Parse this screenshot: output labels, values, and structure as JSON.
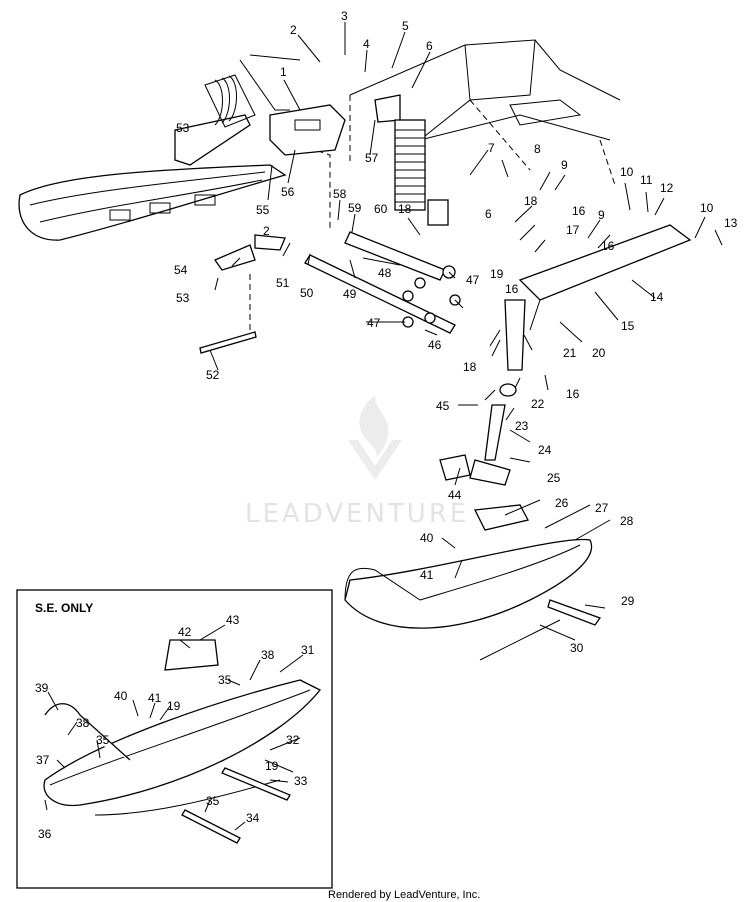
{
  "inset": {
    "title": "S.E. ONLY"
  },
  "watermark": "LEADVENTURE",
  "footer": "Rendered by LeadVenture, Inc.",
  "callouts": {
    "c1": "1",
    "c2a": "2",
    "c2b": "2",
    "c3": "3",
    "c4": "4",
    "c5": "5",
    "c6a": "6",
    "c6b": "6",
    "c7": "7",
    "c8": "8",
    "c9a": "9",
    "c9b": "9",
    "c10a": "10",
    "c10b": "10",
    "c11": "11",
    "c12": "12",
    "c13": "13",
    "c14": "14",
    "c15": "15",
    "c16a": "16",
    "c16b": "16",
    "c16c": "16",
    "c16d": "16",
    "c17": "17",
    "c18a": "18",
    "c18b": "18",
    "c18c": "18",
    "c19": "19",
    "c20": "20",
    "c21": "21",
    "c22": "22",
    "c23": "23",
    "c24": "24",
    "c25": "25",
    "c26": "26",
    "c27": "27",
    "c28": "28",
    "c29": "29",
    "c30": "30",
    "c31": "31",
    "c32": "32",
    "c33": "33",
    "c34": "34",
    "c35a": "35",
    "c35b": "35",
    "c35c": "35",
    "c36": "36",
    "c37": "37",
    "c38a": "38",
    "c38b": "38",
    "c39": "39",
    "c40a": "40",
    "c40b": "40",
    "c41a": "41",
    "c41b": "41",
    "c42": "42",
    "c43": "43",
    "c44": "44",
    "c45": "45",
    "c46": "46",
    "c47a": "47",
    "c47b": "47",
    "c48": "48",
    "c49": "49",
    "c50": "50",
    "c51": "51",
    "c52": "52",
    "c53": "53",
    "c54": "54",
    "c55": "55",
    "c56": "56",
    "c57": "57",
    "c58": "58",
    "c59": "59",
    "c60": "60",
    "c19b": "19"
  }
}
